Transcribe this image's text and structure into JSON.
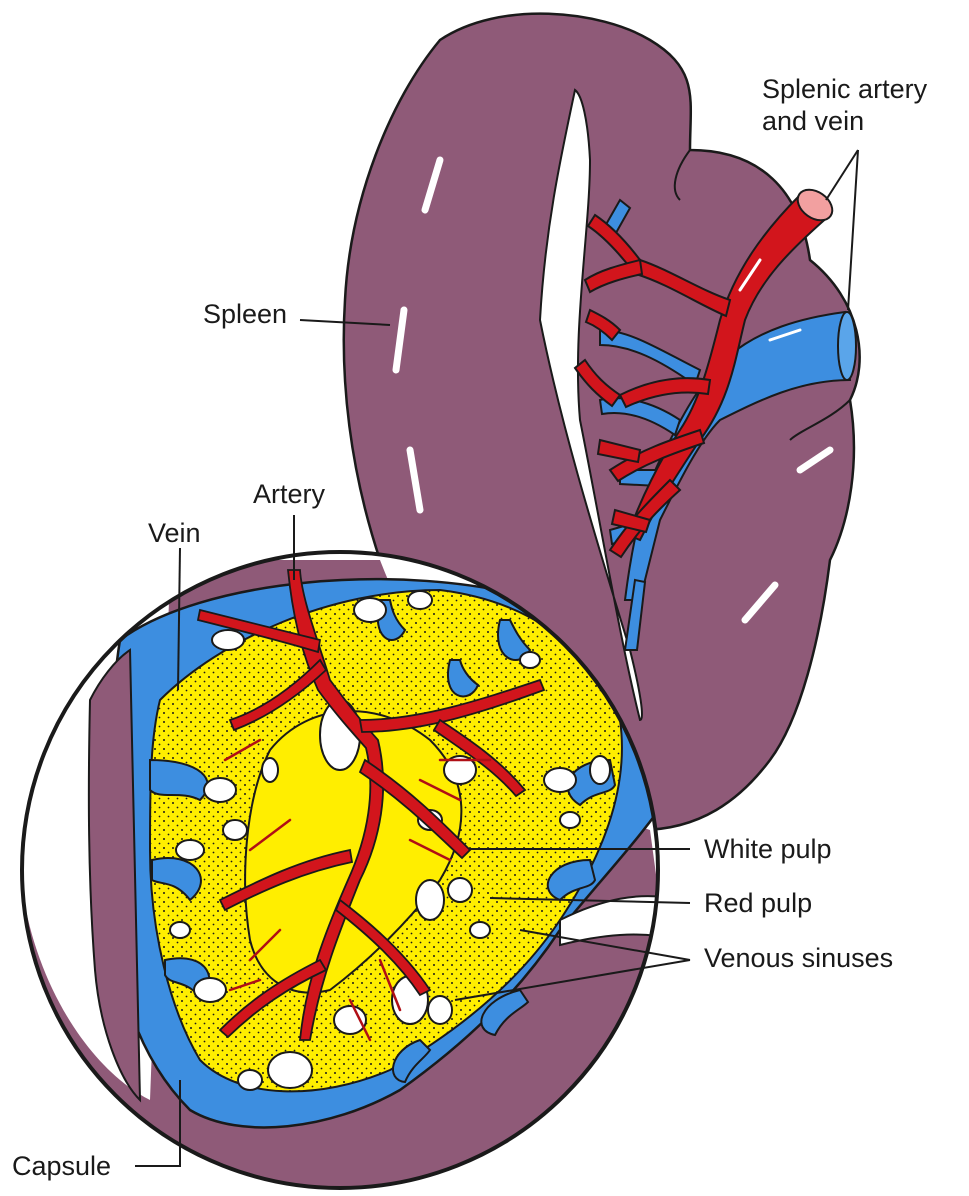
{
  "labels": {
    "splenic_artery_line1": "Splenic artery",
    "splenic_artery_line2": "and vein",
    "spleen": "Spleen",
    "artery": "Artery",
    "vein": "Vein",
    "white_pulp": "White pulp",
    "red_pulp": "Red pulp",
    "venous_sinuses": "Venous sinuses",
    "capsule": "Capsule"
  },
  "colors": {
    "spleen": "#8f5a78",
    "artery": "#d2151c",
    "vein": "#3d8ee0",
    "white_pulp": "#ffee00",
    "outline": "#1a1a1a"
  }
}
